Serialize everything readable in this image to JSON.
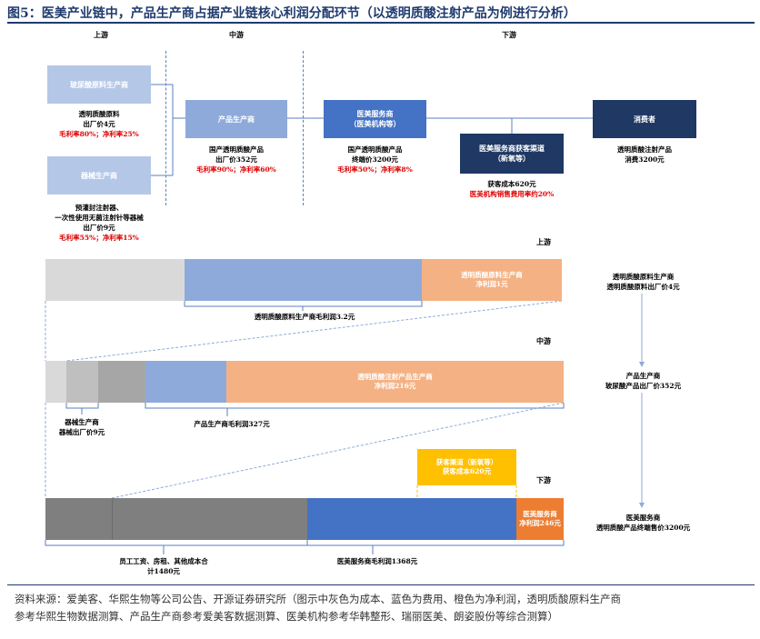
{
  "title": "图5：医美产业链中，产品生产商占据产业链核心利润分配环节（以透明质酸注射产品为例进行分析）",
  "tiers": {
    "up": "上游",
    "mid": "中游",
    "down": "下游"
  },
  "chain": {
    "raw_producer": "玻尿酸原料生产商",
    "raw_info": "透明质酸原料",
    "raw_price": "出厂价4元",
    "raw_margin": "毛利率80%；净利率25%",
    "device_producer": "器械生产商",
    "device_info1": "预灌封注射器、",
    "device_info2": "一次性使用无菌注射针等器械",
    "device_price": "出厂价9元",
    "device_margin": "毛利率55%；净利率15%",
    "product_producer": "产品生产商",
    "product_info": "国产透明质酸产品",
    "product_price": "出厂价352元",
    "product_margin": "毛利率90%；净利率60%",
    "service_line1": "医美服务商",
    "service_line2": "（医美机构等）",
    "service_info": "国产透明质酸产品",
    "service_price": "终端价3200元",
    "service_margin": "毛利率50%；净利率8%",
    "channel_line1": "医美服务商获客渠道",
    "channel_line2": "（新氧等）",
    "channel_cost": "获客成本620元",
    "channel_ratio": "医美机构销售费用率约20%",
    "consumer": "消费者",
    "consumer_info": "透明质酸注射产品",
    "consumer_price": "消费3200元"
  },
  "bars": {
    "up_label": "上游",
    "up_profit": "透明质酸原料生产商",
    "up_profit2": "净利润1元",
    "up_brace": "透明质酸原料生产商毛利润3.2元",
    "up_right1": "透明质酸原料生产商",
    "up_right2": "透明质酸原料出厂价4元",
    "mid_label": "中游",
    "mid_profit": "透明质酸注射产品生产商",
    "mid_profit2": "净利润216元",
    "mid_brace_device1": "器械生产商",
    "mid_brace_device2": "器械出厂价9元",
    "mid_brace": "产品生产商毛利润327元",
    "mid_right1": "产品生产商",
    "mid_right2": "玻尿酸产品出厂价352元",
    "down_label": "下游",
    "channel_box1": "获客渠道（新氧等）",
    "channel_box2": "获客成本620元",
    "down_profit1": "医美服务商",
    "down_profit2": "净利润246元",
    "down_brace_cost1": "员工工资、房租、其他成本合",
    "down_brace_cost2": "计1480元",
    "down_brace": "医美服务商毛利润1368元",
    "down_right1": "医美服务商",
    "down_right2": "透明质酸产品终端售价3200元"
  },
  "source_line1": "资料来源：爱美客、华熙生物等公司公告、开源证券研究所（图示中灰色为成本、蓝色为费用、橙色为净利润，透明质酸原料生产商",
  "source_line2": "参考华熙生物数据测算、产品生产商参考爱美客数据测算、医美机构参考华韩整形、瑞丽医美、朗姿股份等综合测算）",
  "colors": {
    "gray_light": "#d9d9d9",
    "gray_mid": "#bfbfbf",
    "gray_dark": "#7f7f7f",
    "blue": "#4472c4",
    "blue_light": "#8eaadb",
    "orange": "#f4b183",
    "orange_dark": "#ed7d31",
    "gold": "#ffc000",
    "navy": "#1f3864"
  }
}
